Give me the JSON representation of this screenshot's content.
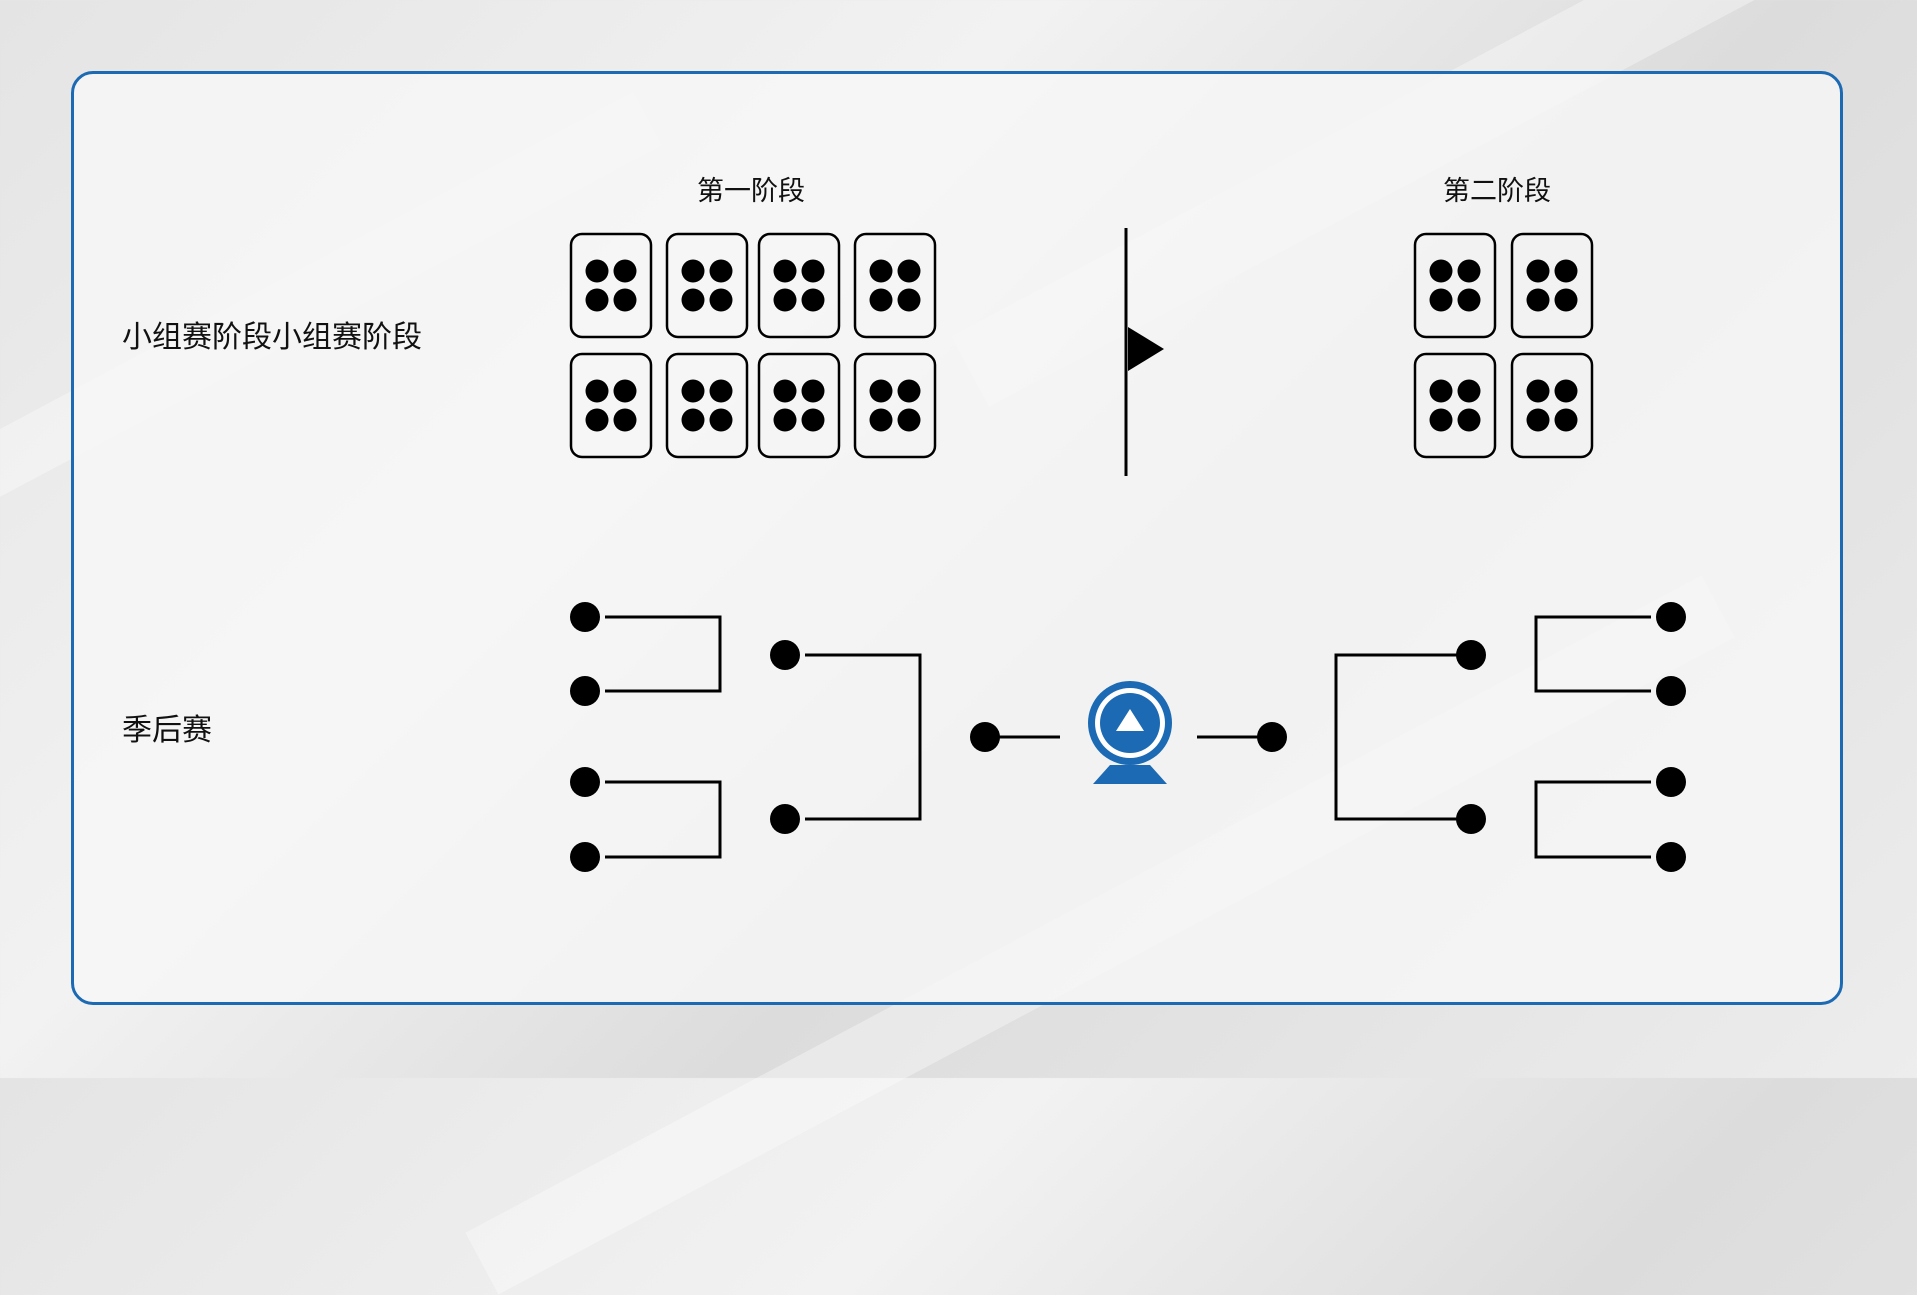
{
  "rows": {
    "group_stage_label": "小组赛阶段小组赛阶段",
    "playoffs_label": "季后赛"
  },
  "stages": {
    "stage1_label": "第一阶段",
    "stage2_label": "第二阶段"
  },
  "colors": {
    "accent": "#1b6ab3",
    "ink": "#000000",
    "panel_border": "#1b6ab3"
  },
  "icons": {
    "trophy": "trophy-icon",
    "arrow": "arrow-right-icon"
  }
}
